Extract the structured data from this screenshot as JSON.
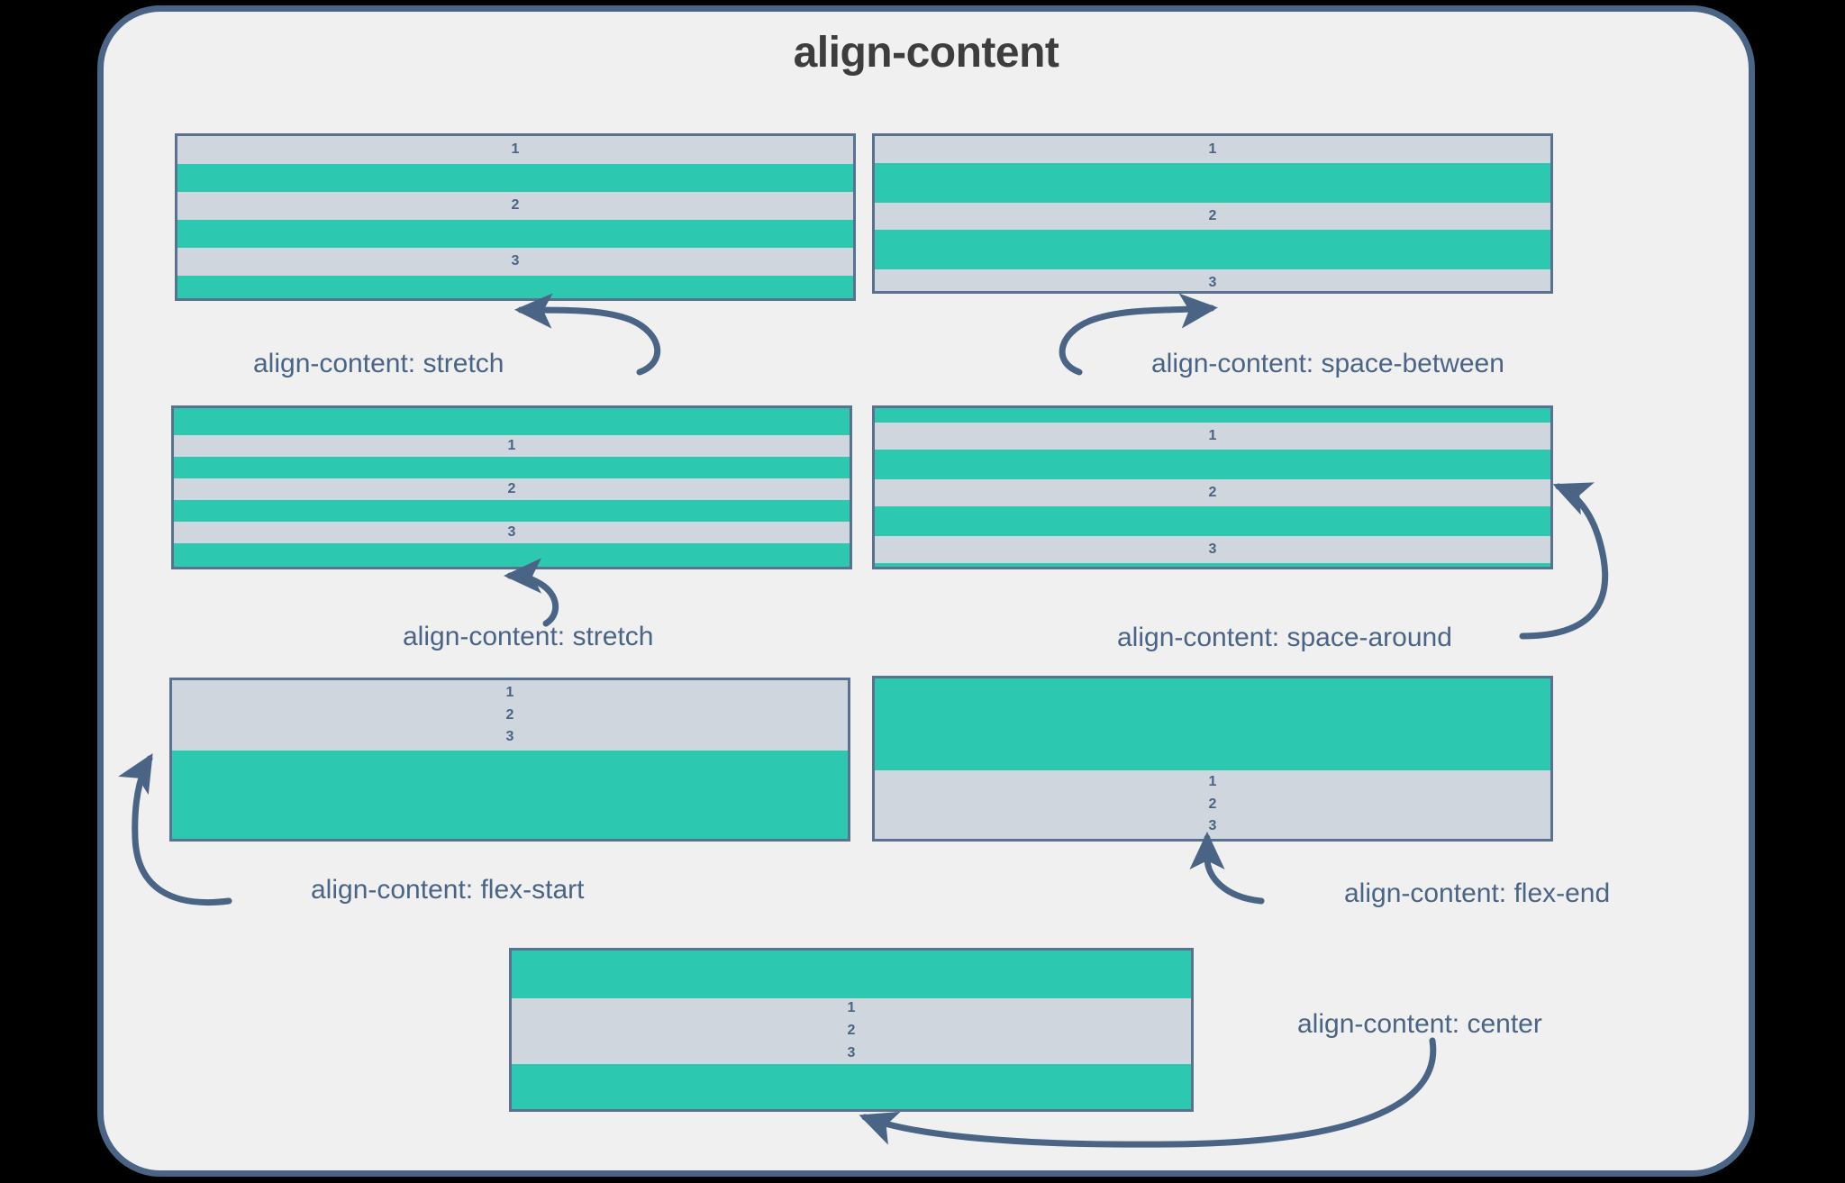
{
  "title": "align-content",
  "colors": {
    "teal": "#2dc8b0",
    "gray": "#cfd6de",
    "slate": "#4a6485",
    "panel_bg": "#f0f0f0",
    "border": "#5a718f",
    "title_text": "#3d3d3d",
    "page_bg": "#000000"
  },
  "item_labels": [
    "1",
    "2",
    "3"
  ],
  "examples": [
    {
      "id": "stretch-top",
      "caption": "align-content: stretch",
      "bands": [
        {
          "color": "gray",
          "label": "1"
        },
        {
          "color": "teal",
          "label": ""
        },
        {
          "color": "gray",
          "label": "2"
        },
        {
          "color": "teal",
          "label": ""
        },
        {
          "color": "gray",
          "label": "3"
        },
        {
          "color": "teal",
          "label": ""
        }
      ]
    },
    {
      "id": "space-between",
      "caption": "align-content: space-between",
      "bands": [
        {
          "color": "gray",
          "label": "1"
        },
        {
          "color": "teal",
          "label": ""
        },
        {
          "color": "gray",
          "label": "2"
        },
        {
          "color": "teal",
          "label": ""
        },
        {
          "color": "gray",
          "label": "3"
        }
      ]
    },
    {
      "id": "stretch-mid",
      "caption": "align-content: stretch",
      "bands": [
        {
          "color": "teal",
          "label": ""
        },
        {
          "color": "gray",
          "label": "1"
        },
        {
          "color": "teal",
          "label": ""
        },
        {
          "color": "gray",
          "label": "2"
        },
        {
          "color": "teal",
          "label": ""
        },
        {
          "color": "gray",
          "label": "3"
        },
        {
          "color": "teal",
          "label": ""
        }
      ]
    },
    {
      "id": "space-around",
      "caption": "align-content: space-around",
      "bands": [
        {
          "color": "teal",
          "label": ""
        },
        {
          "color": "gray",
          "label": "1"
        },
        {
          "color": "teal",
          "label": ""
        },
        {
          "color": "gray",
          "label": "2"
        },
        {
          "color": "teal",
          "label": ""
        },
        {
          "color": "gray",
          "label": "3"
        },
        {
          "color": "teal",
          "label": ""
        }
      ]
    },
    {
      "id": "flex-start",
      "caption": "align-content: flex-start",
      "bands": [
        {
          "color": "gray",
          "label": "1\n2\n3"
        },
        {
          "color": "teal",
          "label": ""
        }
      ]
    },
    {
      "id": "flex-end",
      "caption": "align-content: flex-end",
      "bands": [
        {
          "color": "teal",
          "label": ""
        },
        {
          "color": "gray",
          "label": "1\n2\n3"
        }
      ]
    },
    {
      "id": "center",
      "caption": "align-content: center",
      "bands": [
        {
          "color": "teal",
          "label": ""
        },
        {
          "color": "gray",
          "label": "1\n2\n3"
        },
        {
          "color": "teal",
          "label": ""
        }
      ]
    }
  ]
}
